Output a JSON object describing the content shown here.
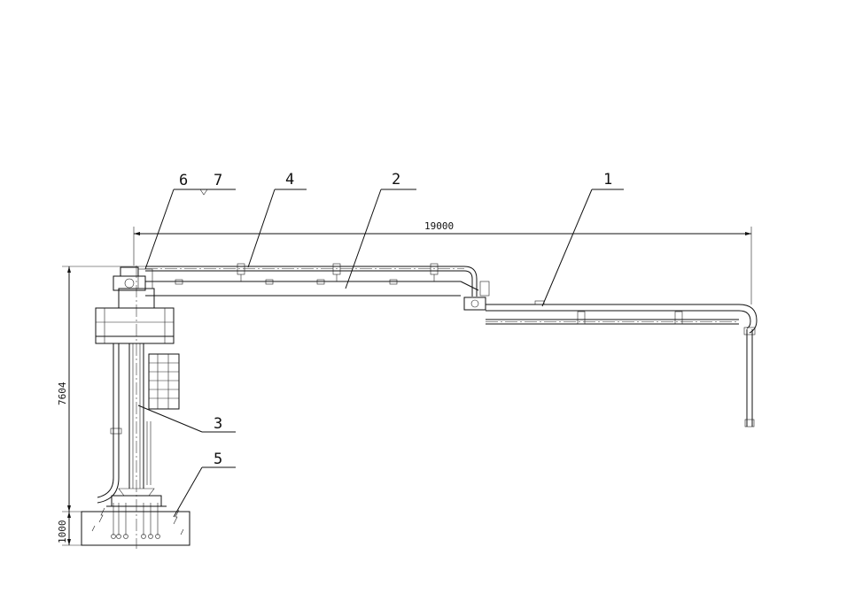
{
  "part_labels": [
    "1",
    "2",
    "3",
    "4",
    "5",
    "6",
    "7"
  ],
  "dimensions": {
    "arm_reach": "19000",
    "column_height": "7604",
    "foundation_height": "1000"
  }
}
